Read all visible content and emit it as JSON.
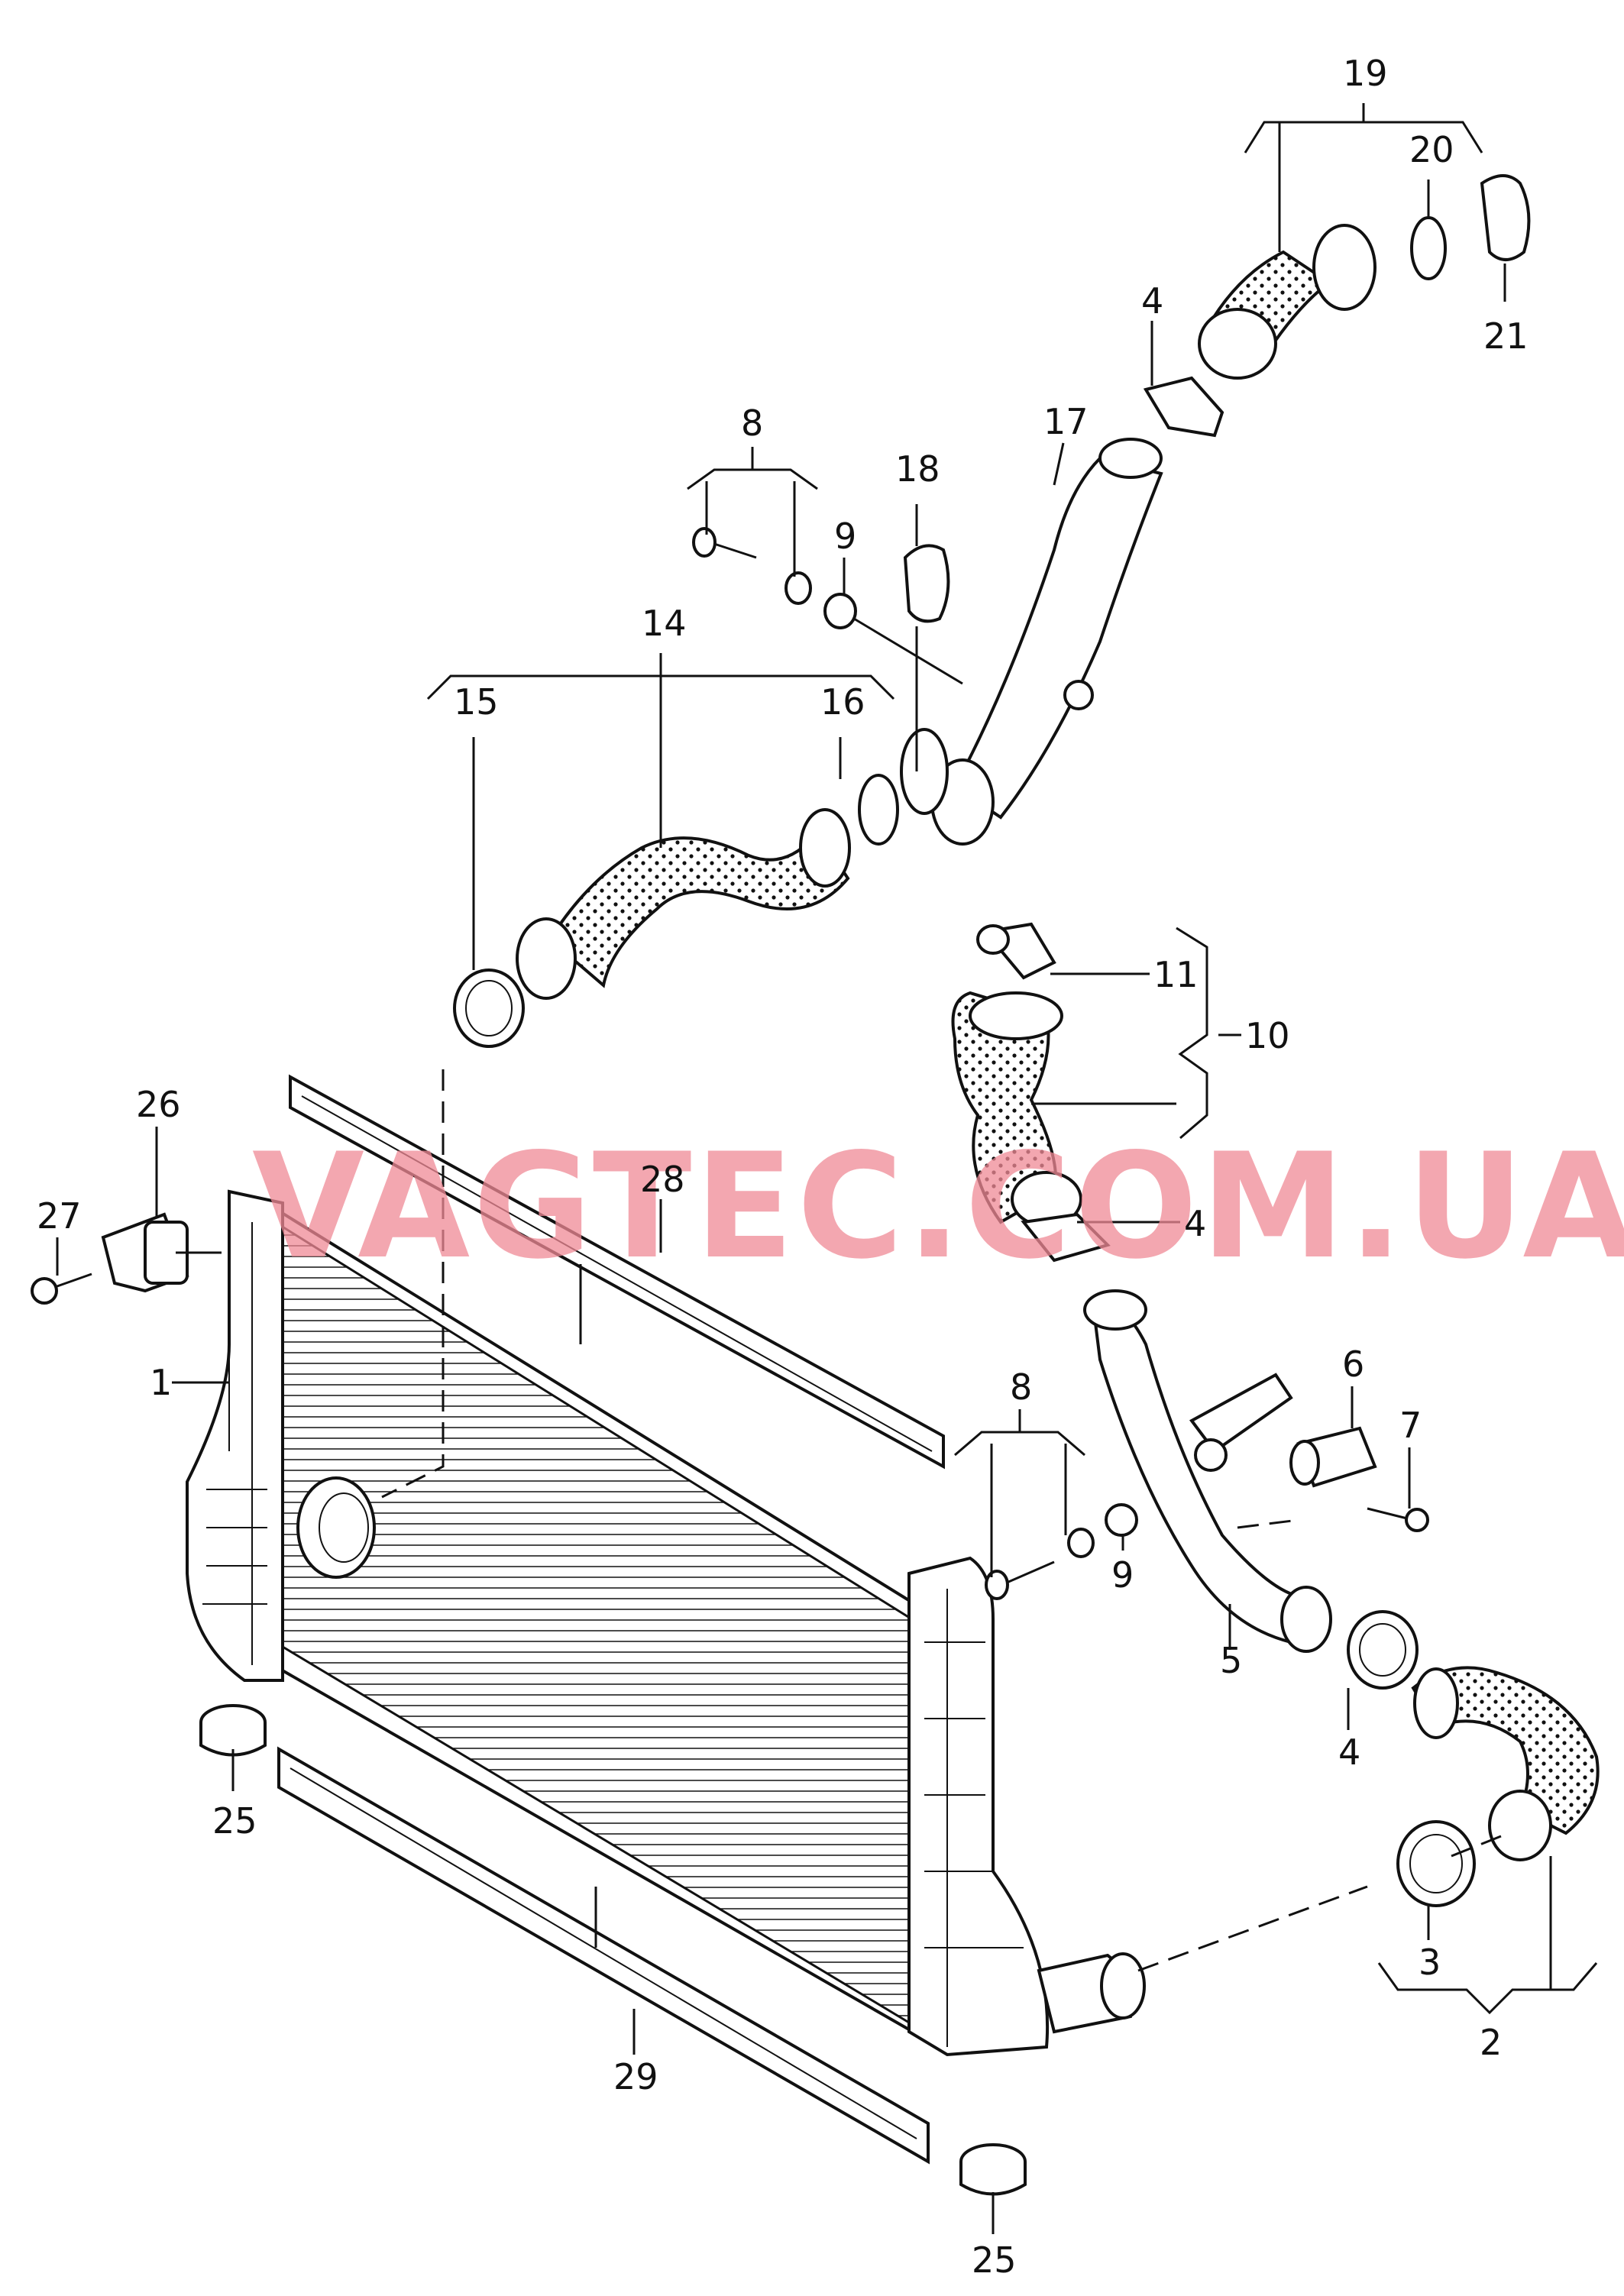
{
  "watermark": "VAGTEC.COM.UA",
  "callouts": {
    "c1": "1",
    "c2": "2",
    "c3": "3",
    "c4a": "4",
    "c4b": "4",
    "c4c": "4",
    "c5": "5",
    "c6": "6",
    "c7": "7",
    "c8a": "8",
    "c8b": "8",
    "c9a": "9",
    "c9b": "9",
    "c10": "10",
    "c11": "11",
    "c14": "14",
    "c15": "15",
    "c16": "16",
    "c17": "17",
    "c18": "18",
    "c19": "19",
    "c20": "20",
    "c21": "21",
    "c25a": "25",
    "c25b": "25",
    "c26": "26",
    "c27": "27",
    "c28": "28",
    "c29": "29"
  }
}
